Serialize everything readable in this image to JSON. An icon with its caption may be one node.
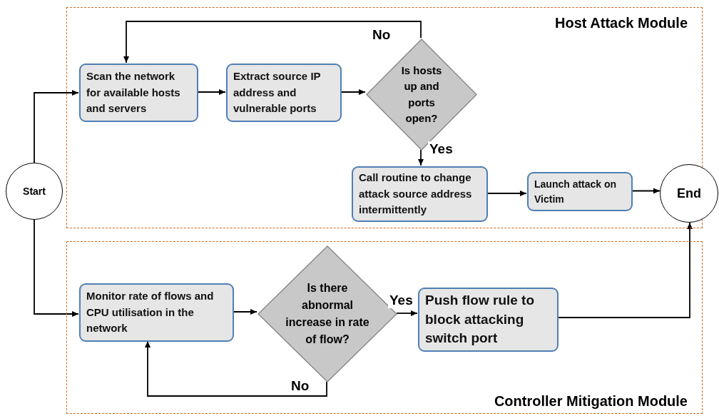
{
  "diagram": {
    "nodes": [
      {
        "text": [
          "Host Attack Module"
        ]
      },
      {
        "text": [
          "Start"
        ]
      },
      {
        "text": [
          "Scan the network for available hosts and servers"
        ],
        "in": 0
      },
      {
        "text": [
          "Extract source IP address and vulnerable ports"
        ],
        "in": 0
      },
      {
        "text": [
          "Is hosts up and ports open?"
        ],
        "in": 0
      },
      {
        "text": [
          "Call routine to change attack source address intermittently"
        ],
        "in": 0
      },
      {
        "text": [
          "Launch attack on Victim"
        ],
        "in": 0
      },
      {
        "text": [
          "End"
        ]
      },
      {
        "text": [
          "Controller Mitigation Module"
        ]
      },
      {
        "text": [
          "Monitor rate of flows and CPU utilisation in the network"
        ],
        "in": 8
      },
      {
        "text": [
          "Is there abnormal increase in rate of flow?"
        ],
        "in": 8
      },
      {
        "text": [
          "Push flow rule to block attacking switch port"
        ],
        "in": 8
      }
    ],
    "edges": [
      {
        "from": 1,
        "to": 2,
        "arrow": "to"
      },
      {
        "from": 1,
        "to": 9,
        "arrow": "to"
      },
      {
        "from": 2,
        "to": 3,
        "arrow": "to"
      },
      {
        "from": 3,
        "to": 4,
        "arrow": "to"
      },
      {
        "from": 4,
        "to": 2,
        "arrow": "to",
        "label": "No"
      },
      {
        "from": 4,
        "to": 5,
        "arrow": "to",
        "label": "Yes"
      },
      {
        "from": 5,
        "to": 6,
        "arrow": "to"
      },
      {
        "from": 6,
        "to": 7,
        "arrow": "to"
      },
      {
        "from": 9,
        "to": 10,
        "arrow": "to"
      },
      {
        "from": 10,
        "to": 11,
        "arrow": "to",
        "label": "Yes"
      },
      {
        "from": 10,
        "to": 9,
        "arrow": "to",
        "label": "No"
      },
      {
        "from": 11,
        "to": 7,
        "arrow": "to"
      }
    ]
  }
}
